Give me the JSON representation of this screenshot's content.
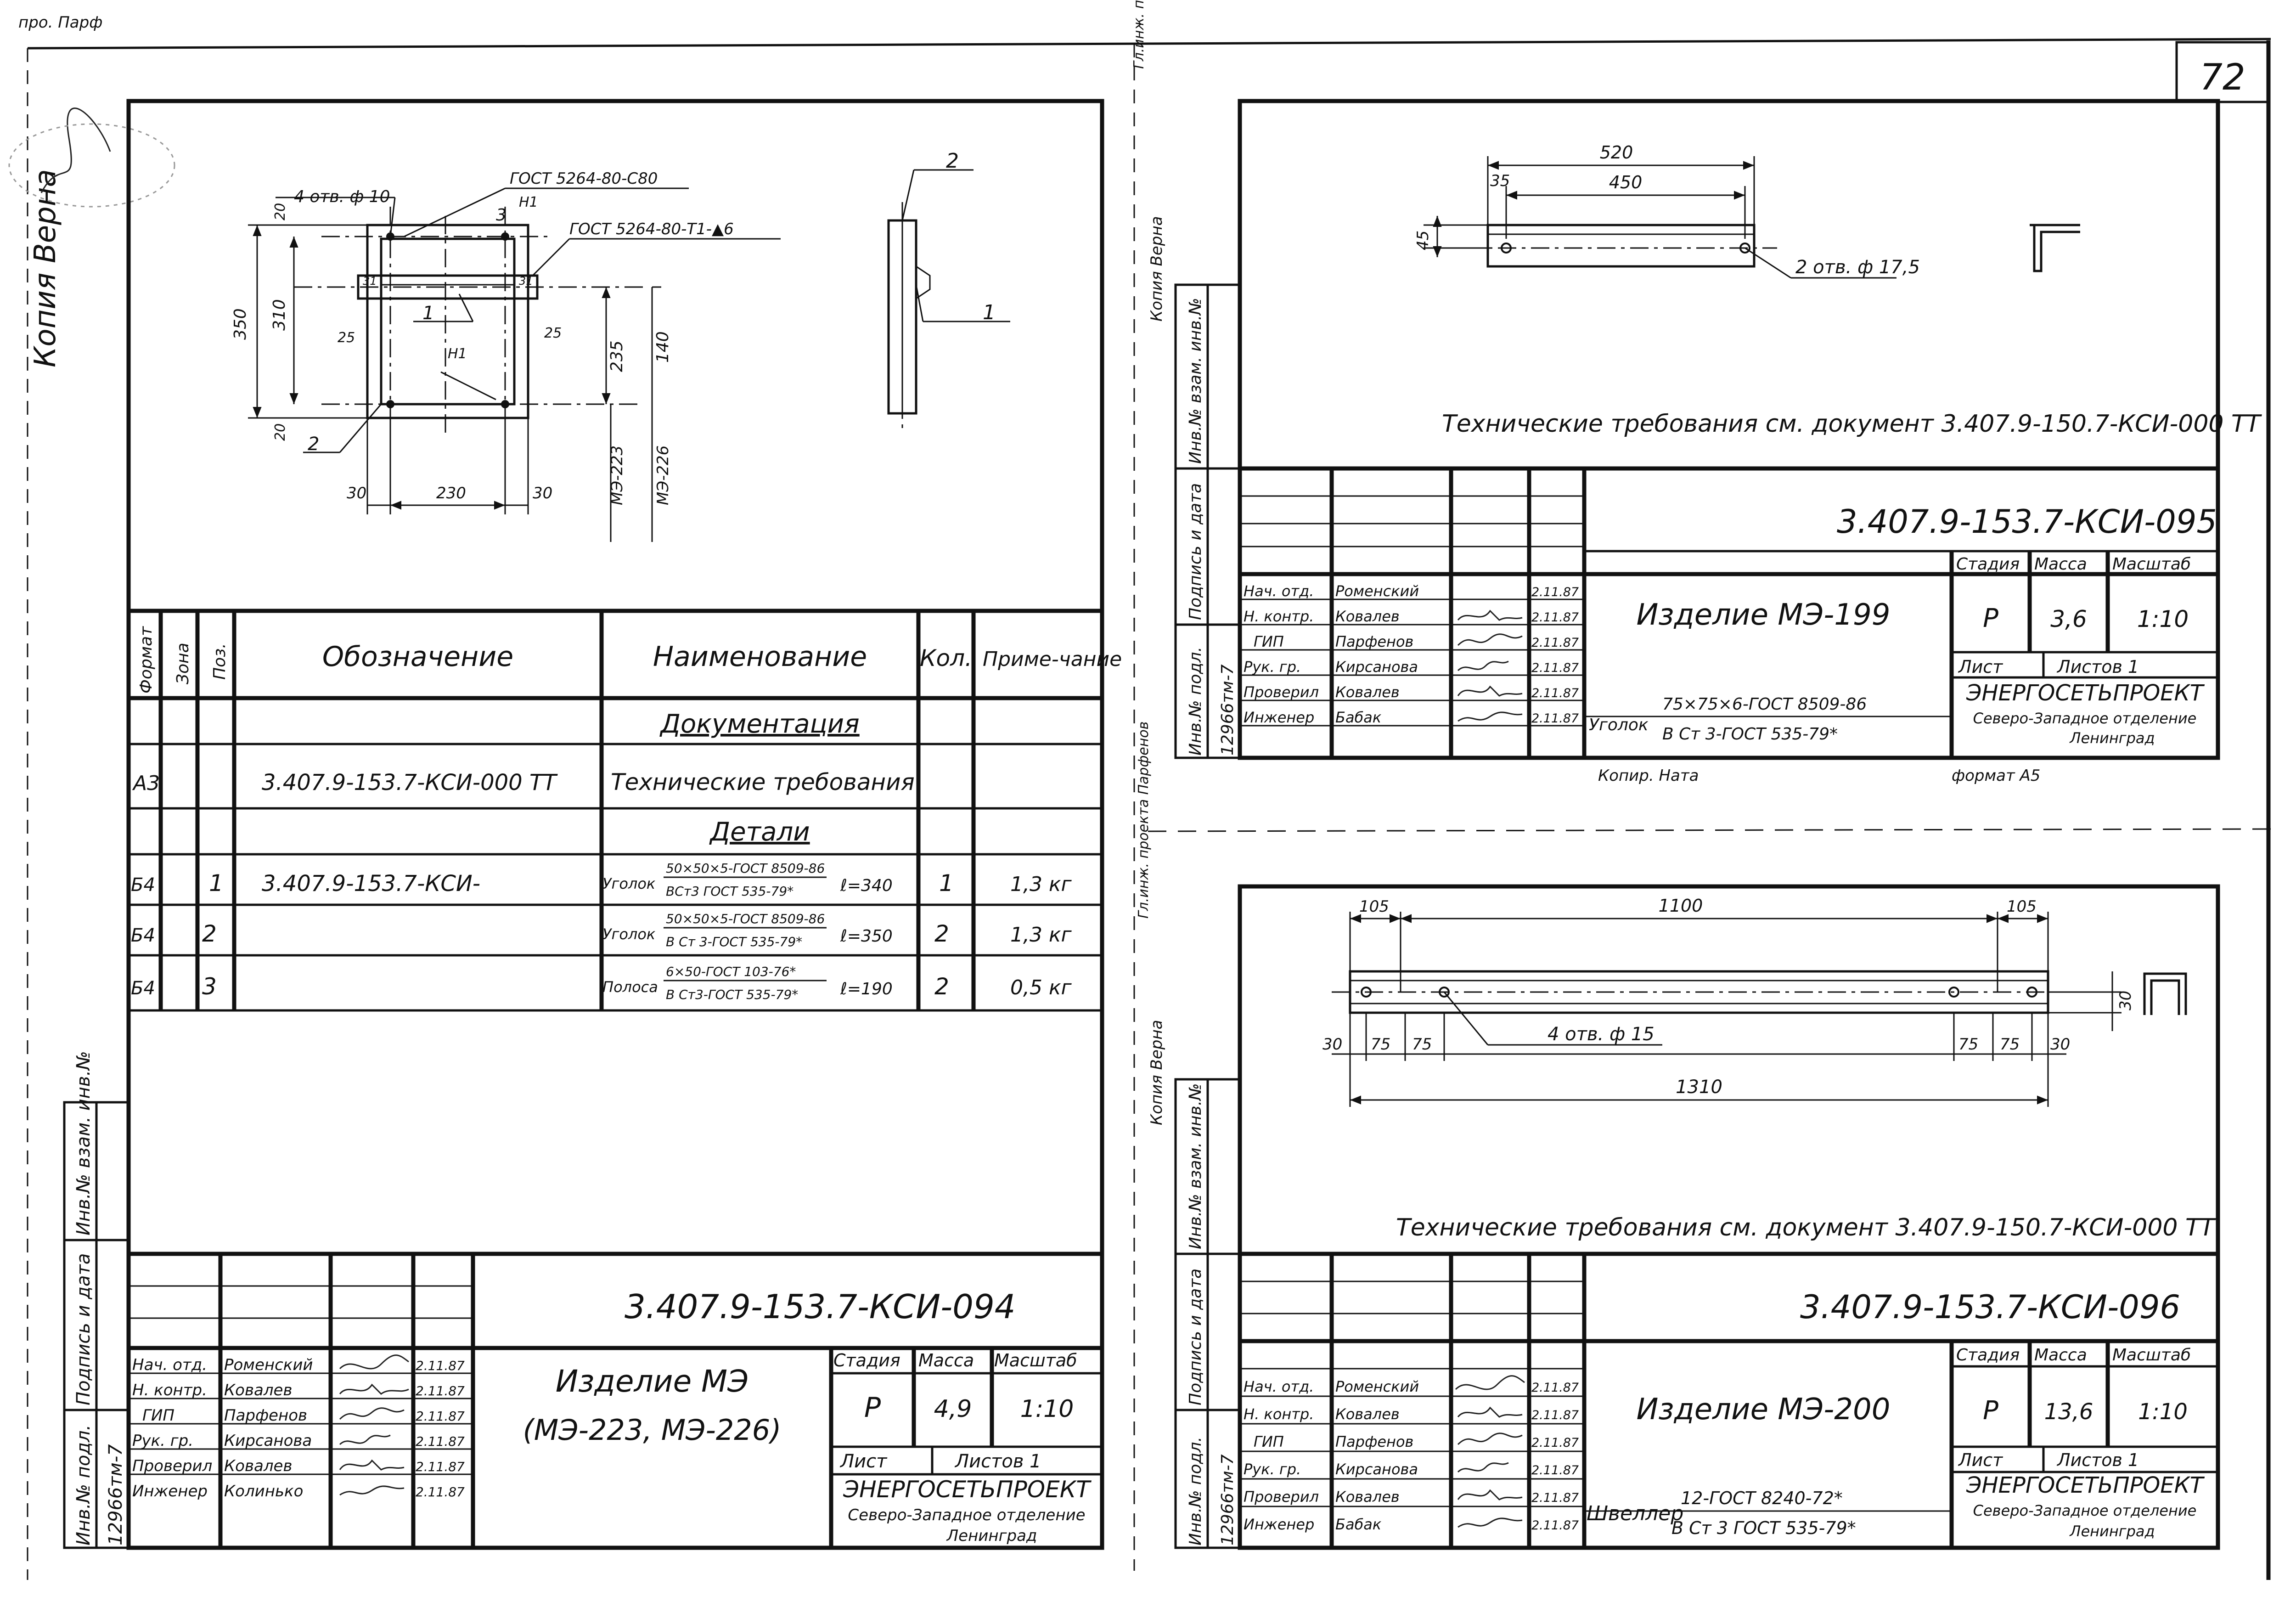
{
  "page_number": "72",
  "edge_notes": {
    "top_left": "про. Парф",
    "top_right": "Гл.инж. прое. Парфе",
    "mid_right": "Гл.инж. проекта Парфенов"
  },
  "copy_verified": "Копия Верна",
  "copy_verified_right": "Копия Верна",
  "side_labels": {
    "inv_vzam": "Инв.№ взам. инв.№",
    "sign_date": "Подпись и дата",
    "inv_podl": "Инв.№ подл.",
    "inv_no": "12966тм-7"
  },
  "drawing_094": {
    "notes": {
      "holes": "4 отв. ф 10",
      "gost_angle": "ГОСТ 5264-80-С80",
      "n1_top": "Н1",
      "gost_strip": "ГОСТ 5264-80-Т1-▲6",
      "n1_mid": "Н1",
      "pos1": "1",
      "pos2": "2",
      "pos3": "3",
      "side_pos1": "1",
      "side_pos2": "2"
    },
    "dims": {
      "d350": "350",
      "d310": "310",
      "d20a": "20",
      "d20b": "20",
      "d25a": "25",
      "d25b": "25",
      "d235": "235",
      "d140": "140",
      "me223": "МЭ-223",
      "me226": "МЭ-226",
      "d30a": "30",
      "d230": "230",
      "d30b": "30",
      "d31a": "31",
      "d31b": "31"
    },
    "spec_headers": {
      "format": "Формат",
      "zone": "Зона",
      "pos": "Поз.",
      "designation": "Обозначение",
      "name": "Наименование",
      "qty": "Кол.",
      "note": "Приме-чание"
    },
    "spec_sections": {
      "documentation": "Документация",
      "details": "Детали"
    },
    "doc_row": {
      "format": "А3",
      "designation": "3.407.9-153.7-КСИ-000 ТТ",
      "name": "Технические требования"
    },
    "rows": [
      {
        "format": "Б4",
        "pos": "1",
        "designation": "3.407.9-153.7-КСИ-",
        "item": "Уголок",
        "spec_top": "50×50×5-ГОСТ 8509-86",
        "spec_bot": "ВСт3 ГОСТ 535-79*",
        "length": "ℓ=340",
        "qty": "1",
        "note": "1,3 кг"
      },
      {
        "format": "Б4",
        "pos": "2",
        "designation": "",
        "item": "Уголок",
        "spec_top": "50×50×5-ГОСТ 8509-86",
        "spec_bot": "В Ст 3-ГОСТ 535-79*",
        "length": "ℓ=350",
        "qty": "2",
        "note": "1,3 кг"
      },
      {
        "format": "Б4",
        "pos": "3",
        "designation": "",
        "item": "Полоса",
        "spec_top": "6×50-ГОСТ 103-76*",
        "spec_bot": "В Ст3-ГОСТ 535-79*",
        "length": "ℓ=190",
        "qty": "2",
        "note": "0,5 кг"
      }
    ],
    "code": "3.407.9-153.7-КСИ-094",
    "title1": "Изделие МЭ",
    "title2": "(МЭ-223, МЭ-226)",
    "roles": [
      "Нач. отд.",
      "Н. контр.",
      "ГИП",
      "Рук. гр.",
      "Проверил",
      "Инженер"
    ],
    "names": [
      "Роменский",
      "Ковалев",
      "Парфенов",
      "Кирсанова",
      "Ковалев",
      "Колинько"
    ],
    "dates": [
      "2.11.87",
      "2.11.87",
      "2.11.87",
      "2.11.87",
      "2.11.87",
      "2.11.87"
    ],
    "stage_label": "Стадия",
    "mass_label": "Масса",
    "scale_label": "Масштаб",
    "stage": "Р",
    "mass": "4,9",
    "scale": "1:10",
    "sheet_label": "Лист",
    "sheets_label": "Листов 1",
    "org": "ЭНЕРГОСЕТЬПРОЕКТ",
    "org_sub1": "Северо-Западное отделение",
    "org_sub2": "Ленинград"
  },
  "drawing_095": {
    "dims": {
      "d520": "520",
      "d35": "35",
      "d450": "450",
      "d45": "45"
    },
    "holes": "2 отв. ф 17,5",
    "tech": "Технические требования см. документ 3.407.9-150.7-КСИ-000 ТТ",
    "code": "3.407.9-153.7-КСИ-095",
    "title": "Изделие МЭ-199",
    "roles": [
      "Нач. отд.",
      "Н. контр.",
      "ГИП",
      "Рук. гр.",
      "Проверил",
      "Инженер"
    ],
    "names": [
      "Роменский",
      "Ковалев",
      "Парфенов",
      "Кирсанова",
      "Ковалев",
      "Бабак"
    ],
    "dates": [
      "2.11.87",
      "2.11.87",
      "2.11.87",
      "2.11.87",
      "2.11.87",
      "2.11.87"
    ],
    "material_item": "Уголок",
    "material_top": "75×75×6-ГОСТ 8509-86",
    "material_bot": "В Ст 3-ГОСТ 535-79*",
    "stage_label": "Стадия",
    "mass_label": "Масса",
    "scale_label": "Масштаб",
    "stage": "Р",
    "mass": "3,6",
    "scale": "1:10",
    "sheet_label": "Лист",
    "sheets_label": "Листов 1",
    "org": "ЭНЕРГОСЕТЬПРОЕКТ",
    "org_sub1": "Северо-Западное отделение",
    "org_sub2": "Ленинград",
    "copied": "Копир. Ната",
    "format": "формат А5"
  },
  "drawing_096": {
    "dims": {
      "d105a": "105",
      "d1100": "1100",
      "d105b": "105",
      "d30l": "30",
      "d75a": "75",
      "d75b": "75",
      "d75c": "75",
      "d75d": "75",
      "d30r": "30",
      "d30v": "30",
      "d1310": "1310"
    },
    "holes": "4 отв. ф 15",
    "tech": "Технические требования см. документ 3.407.9-150.7-КСИ-000 ТТ",
    "code": "3.407.9-153.7-КСИ-096",
    "title": "Изделие МЭ-200",
    "roles": [
      "Нач. отд.",
      "Н. контр.",
      "ГИП",
      "Рук. гр.",
      "Проверил",
      "Инженер"
    ],
    "names": [
      "Роменский",
      "Ковалев",
      "Парфенов",
      "Кирсанова",
      "Ковалев",
      "Бабак"
    ],
    "dates": [
      "2.11.87",
      "2.11.87",
      "2.11.87",
      "2.11.87",
      "2.11.87",
      "2.11.87"
    ],
    "material_item": "Швеллер",
    "material_top": "12-ГОСТ 8240-72*",
    "material_bot": "В Ст 3 ГОСТ 535-79*",
    "stage_label": "Стадия",
    "mass_label": "Масса",
    "scale_label": "Масштаб",
    "stage": "Р",
    "mass": "13,6",
    "scale": "1:10",
    "sheet_label": "Лист",
    "sheets_label": "Листов 1",
    "org": "ЭНЕРГОСЕТЬПРОЕКТ",
    "org_sub1": "Северо-Западное отделение",
    "org_sub2": "Ленинград"
  }
}
